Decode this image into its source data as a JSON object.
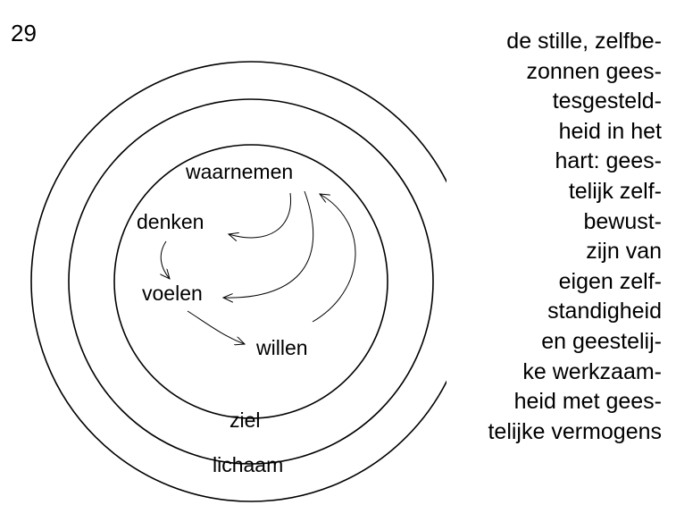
{
  "page_number": "29",
  "diagram": {
    "rings": [
      "lichaam",
      "ziel"
    ],
    "activities": [
      "waarnemen",
      "denken",
      "voelen",
      "willen"
    ],
    "stroke_color": "#000000"
  },
  "side_text": [
    "de stille, zelfbe-",
    "zonnen gees-",
    "tesgesteld-",
    "heid in het",
    "hart: gees-",
    "telijk zelf-",
    "bewust-",
    "zijn  van",
    "eigen zelf-",
    "standigheid",
    "en geestelij-",
    "ke werkzaam-",
    "heid met gees-",
    "telijke vermogens"
  ]
}
